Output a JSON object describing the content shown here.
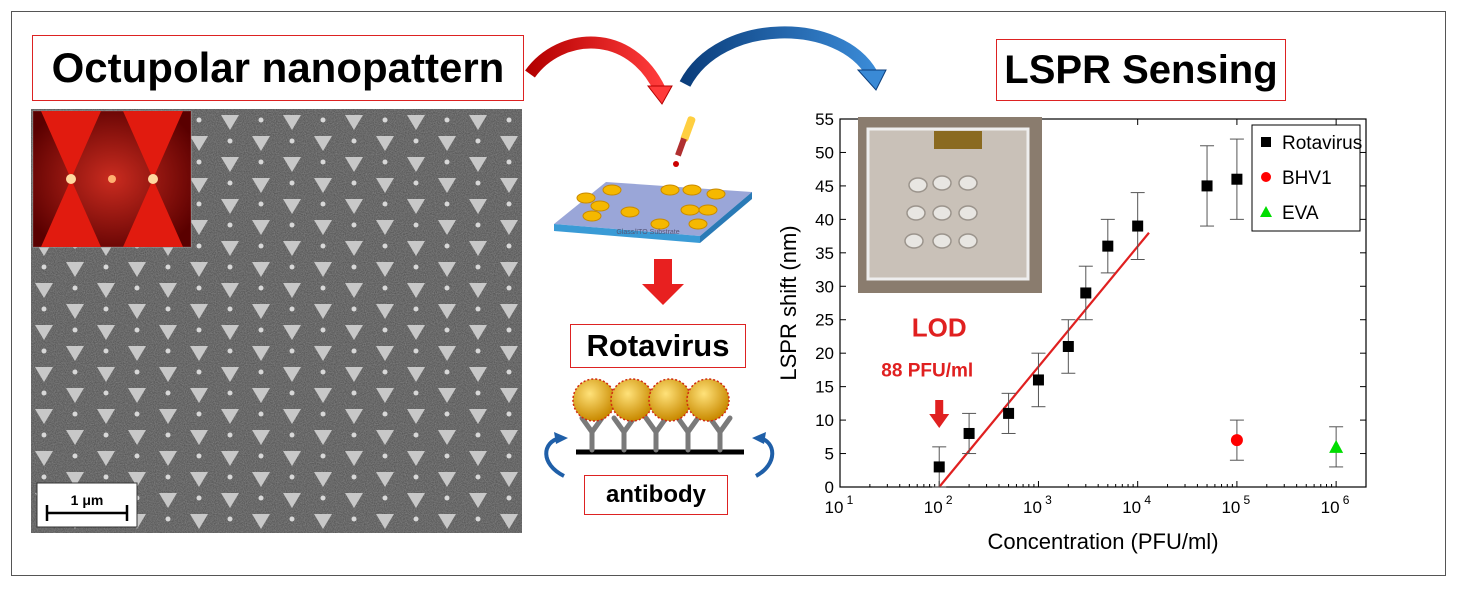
{
  "titles": {
    "left": "Octupolar nanopattern",
    "right": "LSPR Sensing",
    "middle": "Rotavirus",
    "antibody": "antibody",
    "substrate": "Glass/ITO Substrate"
  },
  "sem": {
    "scale_label": "1 μm"
  },
  "lod": {
    "label": "LOD",
    "value": "88 PFU/ml"
  },
  "colors": {
    "accent_red": "#e02020",
    "arrow_blue": "#1f5fa8",
    "rotavirus": "#000000",
    "bhv1": "#ff0000",
    "eva": "#00dd00"
  },
  "chart_data": {
    "type": "scatter",
    "xlabel": "Concentration (PFU/ml)",
    "ylabel": "LSPR shift (nm)",
    "xscale": "log",
    "xlim": [
      10,
      2000000
    ],
    "ylim": [
      0,
      55
    ],
    "yticks": [
      0,
      5,
      10,
      15,
      20,
      25,
      30,
      35,
      40,
      45,
      50,
      55
    ],
    "xticks": [
      {
        "value": 10,
        "label": "10",
        "exp": "1"
      },
      {
        "value": 100,
        "label": "10",
        "exp": "2"
      },
      {
        "value": 1000,
        "label": "10",
        "exp": "3"
      },
      {
        "value": 10000,
        "label": "10",
        "exp": "4"
      },
      {
        "value": 100000,
        "label": "10",
        "exp": "5"
      },
      {
        "value": 1000000,
        "label": "10",
        "exp": "6"
      }
    ],
    "legend_position": "top-right",
    "series": [
      {
        "name": "Rotavirus",
        "marker": "square",
        "color": "#000000",
        "points": [
          {
            "x": 100,
            "y": 3,
            "err": 3
          },
          {
            "x": 200,
            "y": 8,
            "err": 3
          },
          {
            "x": 500,
            "y": 11,
            "err": 3
          },
          {
            "x": 1000,
            "y": 16,
            "err": 4
          },
          {
            "x": 2000,
            "y": 21,
            "err": 4
          },
          {
            "x": 3000,
            "y": 29,
            "err": 4
          },
          {
            "x": 5000,
            "y": 36,
            "err": 4
          },
          {
            "x": 10000,
            "y": 39,
            "err": 5
          },
          {
            "x": 50000,
            "y": 45,
            "err": 6
          },
          {
            "x": 100000,
            "y": 46,
            "err": 6
          }
        ]
      },
      {
        "name": "BHV1",
        "marker": "circle",
        "color": "#ff0000",
        "points": [
          {
            "x": 100000,
            "y": 7,
            "err": 3
          }
        ]
      },
      {
        "name": "EVA",
        "marker": "triangle",
        "color": "#00dd00",
        "points": [
          {
            "x": 1000000,
            "y": 6,
            "err": 3
          }
        ]
      }
    ],
    "fit_line": {
      "color": "#e02020",
      "x": [
        100,
        13000
      ],
      "y": [
        0,
        38
      ]
    }
  }
}
